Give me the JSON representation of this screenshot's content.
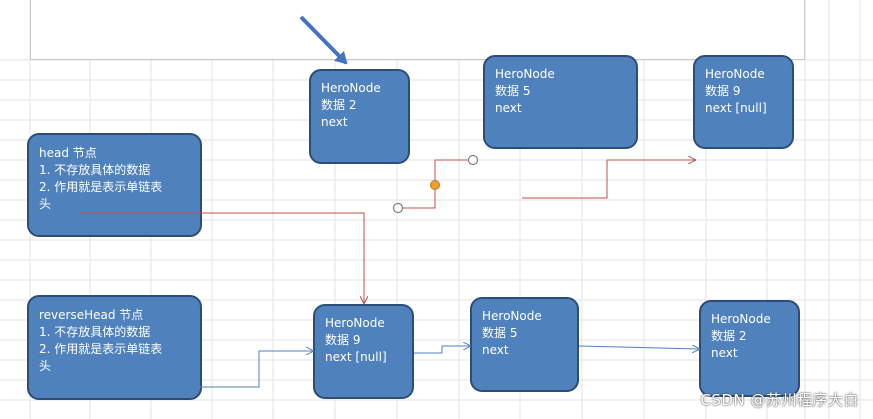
{
  "colors": {
    "node_fill": "#4f81bd",
    "node_border": "#2c4d75",
    "link_red": "#c0504d",
    "link_blue": "#4f81bd",
    "arrow_blue": "#4472c4",
    "handle_orange": "#f0a030"
  },
  "head_box": {
    "title": "head 节点",
    "line1": "1. 不存放具体的数据",
    "line2": "2. 作用就是表示单链表",
    "line3": "头"
  },
  "reverse_head_box": {
    "title": "reverseHead 节点",
    "line1": "1. 不存放具体的数据",
    "line2": "2. 作用就是表示单链表",
    "line3": "头"
  },
  "top_nodes": [
    {
      "name": "HeroNode",
      "data": "数据 2",
      "next": "next"
    },
    {
      "name": "HeroNode",
      "data": "数据 5",
      "next": "next"
    },
    {
      "name": "HeroNode",
      "data": "数据 9",
      "next": "next [null]"
    }
  ],
  "bottom_nodes": [
    {
      "name": "HeroNode",
      "data": "数据 9",
      "next": "next [null]"
    },
    {
      "name": "HeroNode",
      "data": "数据 5",
      "next": "next"
    },
    {
      "name": "HeroNode",
      "data": "数据 2",
      "next": "next"
    }
  ],
  "watermark": "CSDN @苏州程序大白"
}
